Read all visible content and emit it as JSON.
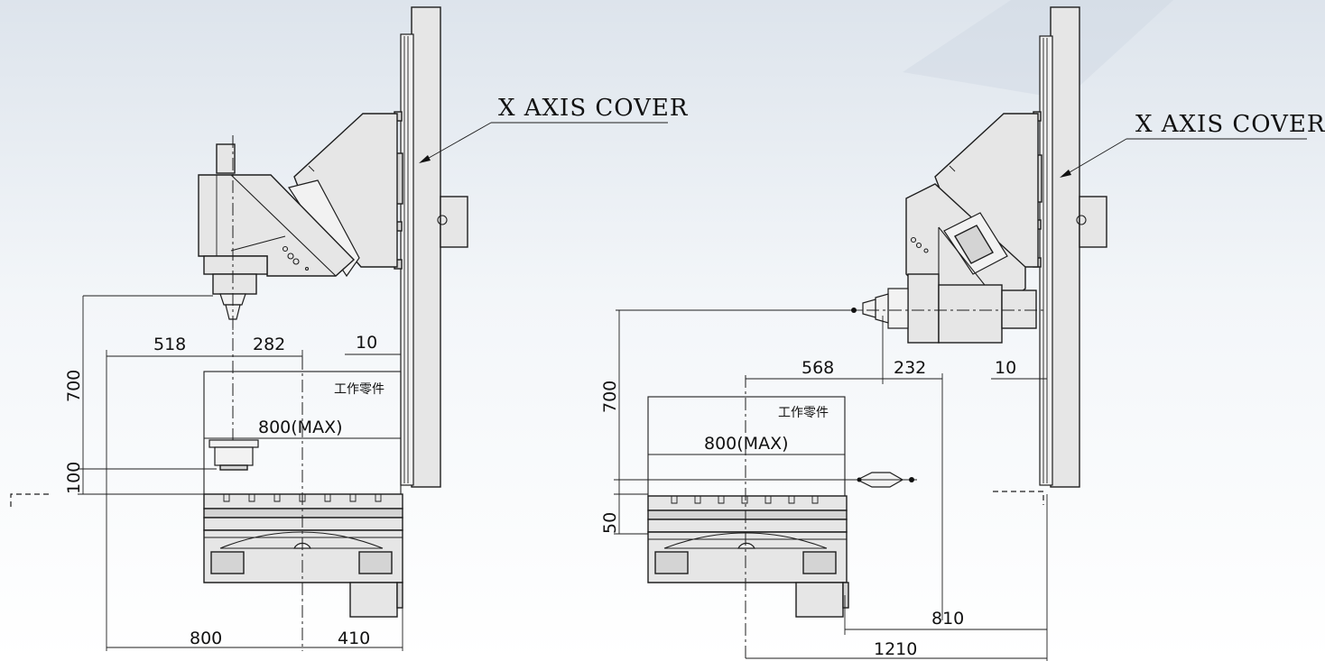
{
  "diagram": {
    "left_view": {
      "cover_label": "X AXIS COVER",
      "workpiece_label": "工作零件",
      "max_label": "800(MAX)",
      "dims": {
        "d518": "518",
        "d282": "282",
        "d10": "10",
        "d700": "700",
        "d100": "100",
        "d800": "800",
        "d410": "410"
      }
    },
    "right_view": {
      "cover_label": "X AXIS COVER",
      "workpiece_label": "工作零件",
      "max_label": "800(MAX)",
      "dims": {
        "d568": "568",
        "d232": "232",
        "d10": "10",
        "d700": "700",
        "d50": "50",
        "d810": "810",
        "d1210": "1210"
      }
    }
  }
}
